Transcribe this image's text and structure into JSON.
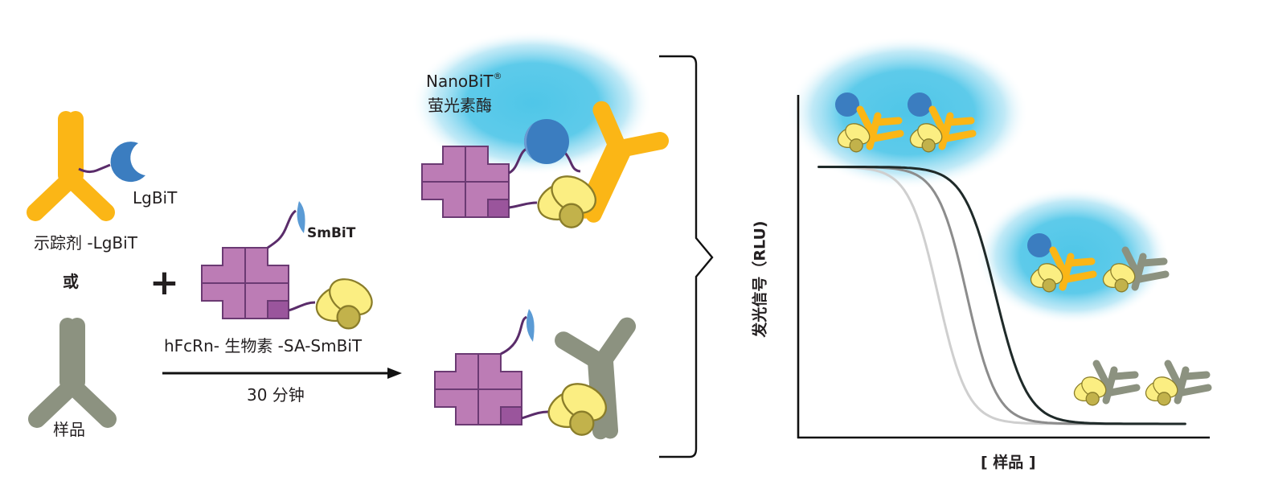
{
  "colors": {
    "tracer_antibody": "#FBB616",
    "sample_antibody": "#8C9280",
    "lgbit": "#3B7DC0",
    "lgbit_highlight": "#6A9BD2",
    "smbit": "#5B9BD5",
    "fcrn": "#BC7CB5",
    "fcrn_outline": "#6B3A73",
    "fcrn_corner": "#9A559C",
    "streptavidin": "#FBEE82",
    "streptavidin_outline": "#8A7D2A",
    "biotin": "#C2B24B",
    "linker": "#5A2C6A",
    "glow": "#4FC6E8",
    "curve_dark": "#1f2a29",
    "curve_mid": "#8c8c8c",
    "curve_light": "#cfcfcf"
  },
  "left_panel": {
    "lgbit_label": "LgBiT",
    "tracer_label": "示踪剂 -LgBiT",
    "or_label": "或",
    "sample_label": "样品",
    "tracer_icon": "antibody-yellow",
    "sample_icon": "antibody-gray"
  },
  "middle_panel": {
    "plus_sign": "+",
    "smbit_label": "SmBiT",
    "reagent_label": "hFcRn- 生物素 -SA-SmBiT",
    "incubation_label": "30 分钟",
    "arrow_icon": "arrow-right"
  },
  "result_panel": {
    "nanobit_label": "NanoBiT",
    "registered_mark": "®",
    "luciferase_label": "萤光素酶",
    "bracket_icon": "curly-brace"
  },
  "chart_data": {
    "type": "line",
    "title": "",
    "xlabel": "[ 样品 ]",
    "ylabel": "发光信号（RLU)",
    "x_range": [
      0,
      1
    ],
    "y_range": [
      0,
      1
    ],
    "grid": false,
    "ticks": false,
    "note": "Schematic dose-response curves; axes unlabeled numerically. Values normalized 0-1.",
    "series": [
      {
        "name": "curve-light",
        "color": "#cfcfcf",
        "top": 0.79,
        "bottom": 0.04,
        "ic50": 0.34,
        "slope": 28
      },
      {
        "name": "curve-mid",
        "color": "#8c8c8c",
        "top": 0.79,
        "bottom": 0.04,
        "ic50": 0.41,
        "slope": 28
      },
      {
        "name": "curve-dark",
        "color": "#1f2a29",
        "top": 0.79,
        "bottom": 0.04,
        "ic50": 0.48,
        "slope": 26
      }
    ],
    "x_start": 0.05,
    "x_end": 0.94
  }
}
